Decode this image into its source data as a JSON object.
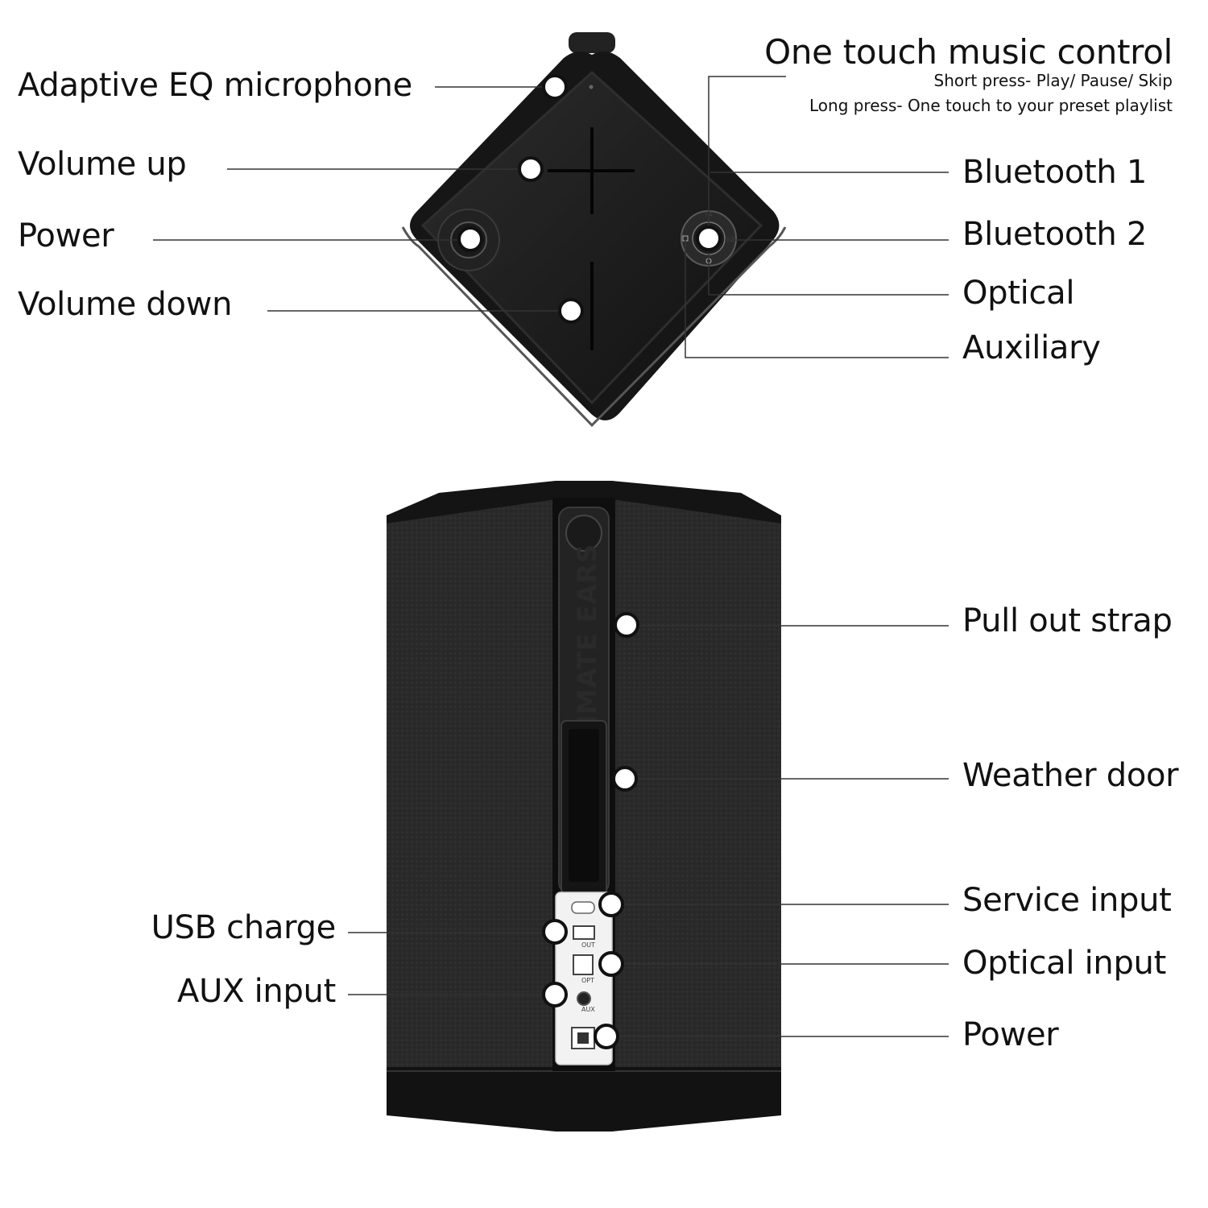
{
  "top_labels_left": {
    "adaptive_eq": "Adaptive EQ microphone",
    "volume_up": "Volume up",
    "power": "Power",
    "volume_down": "Volume down"
  },
  "top_labels_right": {
    "one_touch_title": "One touch music control",
    "one_touch_short": "Short press- Play/ Pause/ Skip",
    "one_touch_long": "Long press- One touch to your preset playlist",
    "bluetooth1": "Bluetooth 1",
    "bluetooth2": "Bluetooth 2",
    "optical": "Optical",
    "auxiliary": "Auxiliary"
  },
  "bottom_labels_right": {
    "pull_out_strap": "Pull out strap",
    "weather_door": "Weather door",
    "service_input": "Service input",
    "optical_input": "Optical input",
    "power": "Power"
  },
  "bottom_labels_left": {
    "usb_charge": "USB charge",
    "aux_input": "AUX input"
  },
  "strap_brand_text": "IMATE EARS",
  "port_marks": {
    "out": "OUT",
    "opt": "OPT",
    "aux": "AUX"
  },
  "colors": {
    "device": "#1b1b1b",
    "fabric": "#2b2b2b",
    "port_panel": "#f2f2f2",
    "line": "#333333",
    "marker_fill": "#ffffff"
  }
}
